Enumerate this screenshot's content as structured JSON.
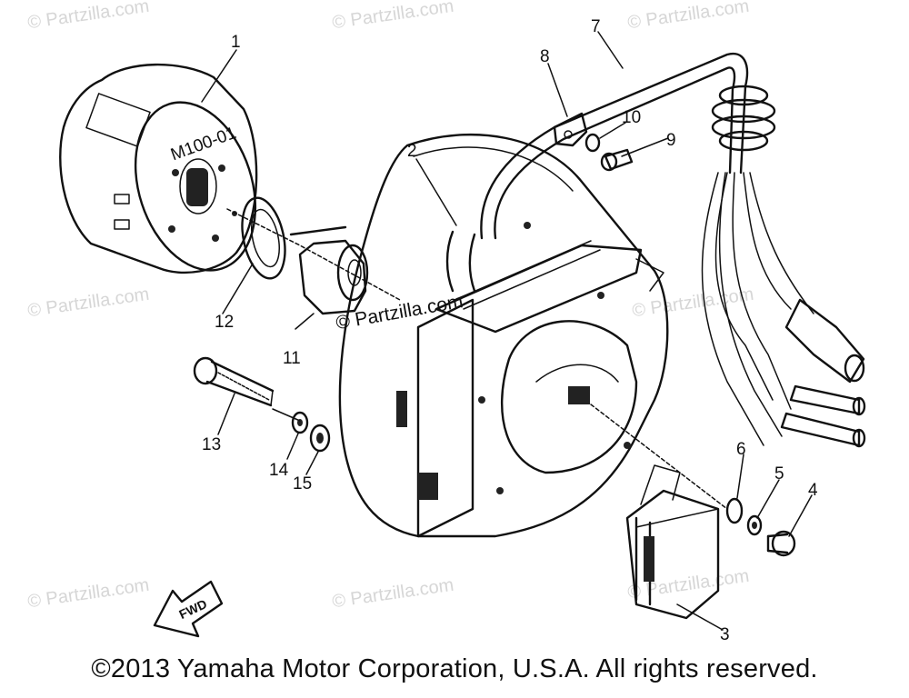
{
  "watermark_text": "© Partzilla.com",
  "center_watermark_text": "© Partzilla.com",
  "fwd_label": "FWD",
  "flywheel_marking": "M100-01",
  "copyright": "©2013 Yamaha Motor Corporation, U.S.A. All rights reserved.",
  "callouts": [
    "1",
    "2",
    "3",
    "4",
    "5",
    "6",
    "7",
    "8",
    "9",
    "10",
    "11",
    "12",
    "13",
    "14",
    "15"
  ],
  "colors": {
    "line": "#111111",
    "watermark": "#d6d6d6",
    "background": "#ffffff"
  }
}
